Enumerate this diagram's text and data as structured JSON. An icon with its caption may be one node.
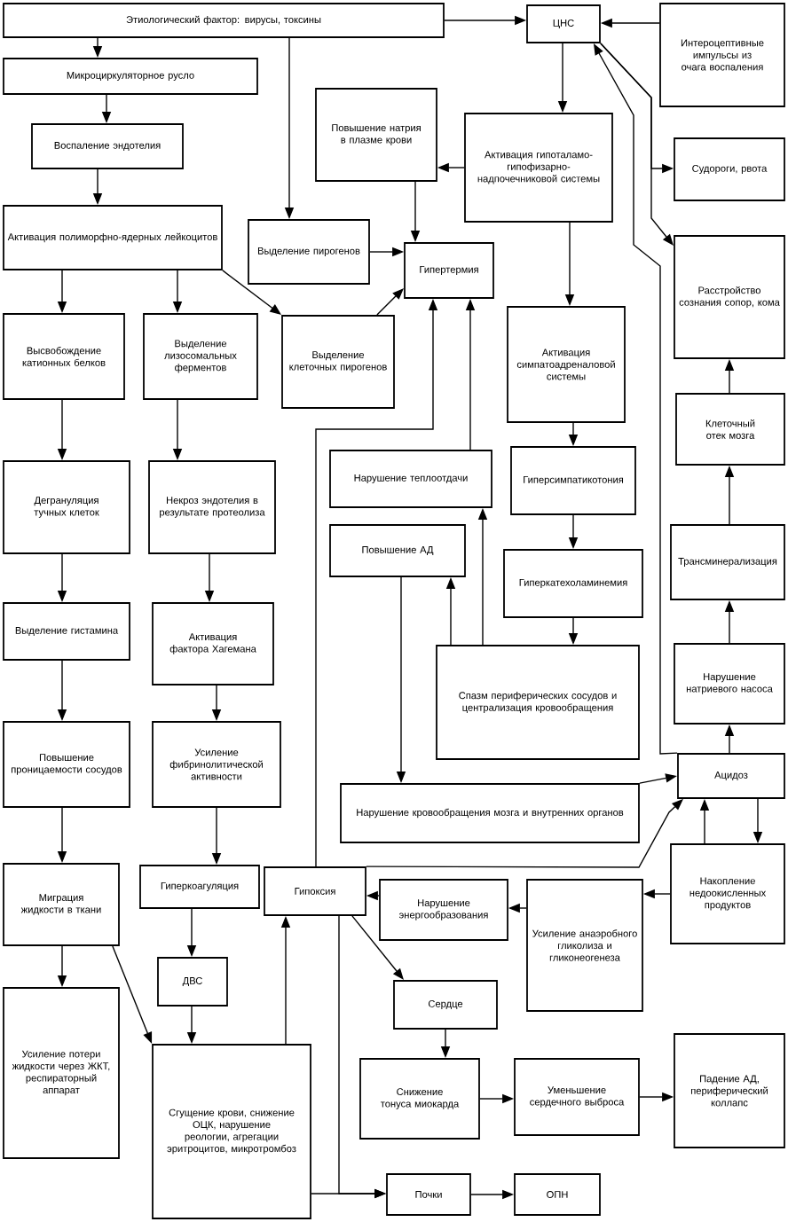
{
  "diagram": {
    "nodes": [
      {
        "text": [
          "Этиологический фактор: вирусы, токсины"
        ]
      },
      {
        "text": [
          "ЦНС"
        ]
      },
      {
        "text": [
          "Интероцептивные импульсы из очага воспаления"
        ]
      },
      {
        "text": [
          "Микроциркуляторное русло"
        ]
      },
      {
        "text": [
          "Воспаление эндотелия"
        ]
      },
      {
        "text": [
          "Повышение натрия в плазме крови"
        ]
      },
      {
        "text": [
          "Активация гипоталамо-гипофизарно-надпочечниковой системы"
        ]
      },
      {
        "text": [
          "Судороги, рвота"
        ]
      },
      {
        "text": [
          "Активация полиморфно-ядерных лейкоцитов"
        ]
      },
      {
        "text": [
          "Выделение пирогенов"
        ]
      },
      {
        "text": [
          "Гипертермия"
        ]
      },
      {
        "text": [
          "Расстройство сознания сопор, кома"
        ]
      },
      {
        "text": [
          "Высвобождение катионных белков"
        ]
      },
      {
        "text": [
          "Выделение лизосомальных ферментов"
        ]
      },
      {
        "text": [
          "Выделение клеточных пирогенов"
        ]
      },
      {
        "text": [
          "Активация симпатоадреналовой системы"
        ]
      },
      {
        "text": [
          "Клеточный отек мозга"
        ]
      },
      {
        "text": [
          "Нарушение теплоотдачи"
        ]
      },
      {
        "text": [
          "Гиперсимпатикотония"
        ]
      },
      {
        "text": [
          "Повышение АД"
        ]
      },
      {
        "text": [
          "Трансминерализация"
        ]
      },
      {
        "text": [
          "Гиперкатехоламинемия"
        ]
      },
      {
        "text": [
          "Спазм периферических сосудов и централизация кровообращения"
        ]
      },
      {
        "text": [
          "Нарушение натриевого насоса"
        ]
      },
      {
        "text": [
          "Нарушение кровообращения мозга и внутренних органов"
        ]
      },
      {
        "text": [
          "Ацидоз"
        ]
      },
      {
        "text": [
          "Дегрануляция тучных клеток"
        ]
      },
      {
        "text": [
          "Некроз эндотелия в результате протеолиза"
        ]
      },
      {
        "text": [
          "Выделение гистамина"
        ]
      },
      {
        "text": [
          "Активация фактора Хагемана"
        ]
      },
      {
        "text": [
          "Повышение проницаемости сосудов"
        ]
      },
      {
        "text": [
          "Усиление фибринолитической активности"
        ]
      },
      {
        "text": [
          "Накопление недоокисленных продуктов"
        ]
      },
      {
        "text": [
          "Миграция жидкости в ткани"
        ]
      },
      {
        "text": [
          "Гиперкоагуляция"
        ]
      },
      {
        "text": [
          "Гипоксия"
        ]
      },
      {
        "text": [
          "Нарушение энергообразования"
        ]
      },
      {
        "text": [
          "Усиление анаэробного гликолиза и гликонеогенеза"
        ]
      },
      {
        "text": [
          "ДВС"
        ]
      },
      {
        "text": [
          "Сердце"
        ]
      },
      {
        "text": [
          "Усиление потери жидкости через ЖКТ, респираторный аппарат"
        ]
      },
      {
        "text": [
          "Сгущение крови, снижение ОЦК, нарушение реологии, агрегации эритроцитов, микротромбоз"
        ]
      },
      {
        "text": [
          "Снижение тонуса миокарда"
        ]
      },
      {
        "text": [
          "Уменьшение сердечного выброса"
        ]
      },
      {
        "text": [
          "Падение АД, периферический коллапс"
        ]
      },
      {
        "text": [
          "Почки"
        ]
      },
      {
        "text": [
          "ОПН"
        ]
      }
    ],
    "edges": [
      {
        "from": 0,
        "to": 3,
        "arrow": "to"
      },
      {
        "from": 0,
        "to": 9,
        "arrow": "to"
      },
      {
        "from": 0,
        "to": 1,
        "arrow": "to"
      },
      {
        "from": 2,
        "to": 1,
        "arrow": "to"
      },
      {
        "from": 3,
        "to": 4,
        "arrow": "to"
      },
      {
        "from": 4,
        "to": 8,
        "arrow": "to"
      },
      {
        "from": 1,
        "to": 6,
        "arrow": "to"
      },
      {
        "from": 6,
        "to": 5,
        "arrow": "to"
      },
      {
        "from": 5,
        "to": 10,
        "arrow": "to"
      },
      {
        "from": 9,
        "to": 10,
        "arrow": "to"
      },
      {
        "from": 8,
        "to": 12,
        "arrow": "to"
      },
      {
        "from": 8,
        "to": 13,
        "arrow": "to"
      },
      {
        "from": 8,
        "to": 14,
        "arrow": "to"
      },
      {
        "from": 14,
        "to": 10,
        "arrow": "to"
      },
      {
        "from": 6,
        "to": 15,
        "arrow": "to"
      },
      {
        "from": 1,
        "to": 7,
        "arrow": "to"
      },
      {
        "from": 1,
        "to": 11,
        "arrow": "to"
      },
      {
        "from": 25,
        "to": 1,
        "arrow": "to"
      },
      {
        "from": 15,
        "to": 18,
        "arrow": "to"
      },
      {
        "from": 18,
        "to": 21,
        "arrow": "to"
      },
      {
        "from": 21,
        "to": 22,
        "arrow": "to"
      },
      {
        "from": 22,
        "to": 19,
        "arrow": "to"
      },
      {
        "from": 22,
        "to": 17,
        "arrow": "to"
      },
      {
        "from": 17,
        "to": 10,
        "arrow": "to"
      },
      {
        "from": 35,
        "to": 10,
        "arrow": "to"
      },
      {
        "from": 19,
        "to": 24,
        "arrow": "to"
      },
      {
        "from": 24,
        "to": 25,
        "arrow": "to"
      },
      {
        "from": 25,
        "to": 23,
        "arrow": "to"
      },
      {
        "from": 23,
        "to": 20,
        "arrow": "to"
      },
      {
        "from": 20,
        "to": 16,
        "arrow": "to"
      },
      {
        "from": 16,
        "to": 11,
        "arrow": "to"
      },
      {
        "from": 32,
        "to": 25,
        "arrow": "to"
      },
      {
        "from": 25,
        "to": 32,
        "arrow": "to"
      },
      {
        "from": 32,
        "to": 37,
        "arrow": "to"
      },
      {
        "from": 37,
        "to": 36,
        "arrow": "to"
      },
      {
        "from": 36,
        "to": 35,
        "arrow": "to"
      },
      {
        "from": 35,
        "to": 25,
        "arrow": "to"
      },
      {
        "from": 35,
        "to": 39,
        "arrow": "to"
      },
      {
        "from": 35,
        "to": 45,
        "arrow": "to"
      },
      {
        "from": 41,
        "to": 45,
        "arrow": "to"
      },
      {
        "from": 45,
        "to": 46,
        "arrow": "to"
      },
      {
        "from": 39,
        "to": 42,
        "arrow": "to"
      },
      {
        "from": 42,
        "to": 43,
        "arrow": "to"
      },
      {
        "from": 43,
        "to": 44,
        "arrow": "to"
      },
      {
        "from": 41,
        "to": 35,
        "arrow": "to"
      },
      {
        "from": 33,
        "to": 41,
        "arrow": "to"
      },
      {
        "from": 33,
        "to": 40,
        "arrow": "to"
      },
      {
        "from": 34,
        "to": 38,
        "arrow": "to"
      },
      {
        "from": 38,
        "to": 41,
        "arrow": "to"
      },
      {
        "from": 31,
        "to": 34,
        "arrow": "to"
      },
      {
        "from": 30,
        "to": 33,
        "arrow": "to"
      },
      {
        "from": 12,
        "to": 26,
        "arrow": "to"
      },
      {
        "from": 26,
        "to": 28,
        "arrow": "to"
      },
      {
        "from": 28,
        "to": 30,
        "arrow": "to"
      },
      {
        "from": 13,
        "to": 27,
        "arrow": "to"
      },
      {
        "from": 27,
        "to": 29,
        "arrow": "to"
      },
      {
        "from": 29,
        "to": 31,
        "arrow": "to"
      }
    ]
  }
}
